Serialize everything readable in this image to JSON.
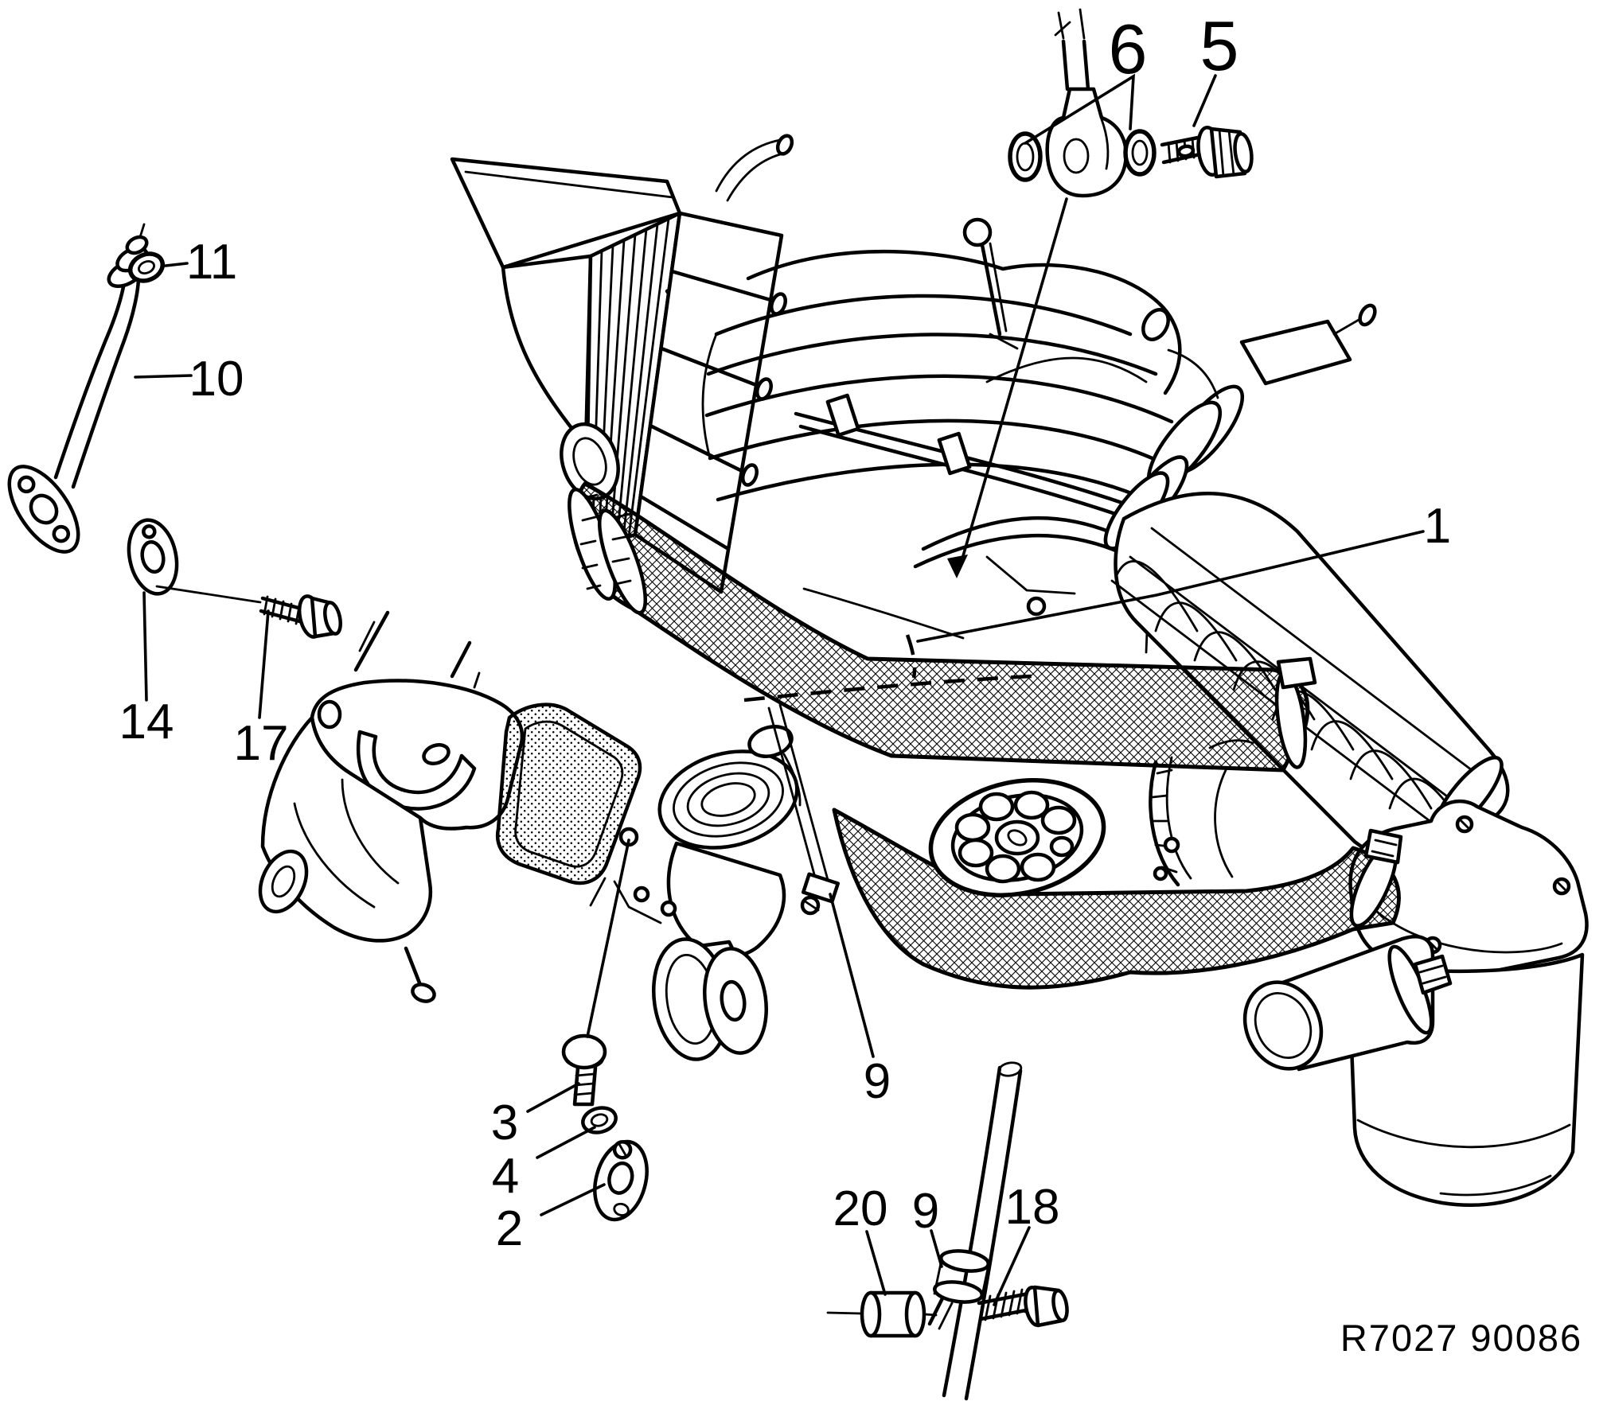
{
  "figure": {
    "reference_code": "R7027 90086",
    "callouts": {
      "c1": "1",
      "c2": "2",
      "c3": "3",
      "c4": "4",
      "c5": "5",
      "c6": "6",
      "c9_mid": "9",
      "c9_bottom": "9",
      "c10": "10",
      "c11": "11",
      "c14": "14",
      "c17": "17",
      "c18": "18",
      "c20": "20"
    }
  }
}
